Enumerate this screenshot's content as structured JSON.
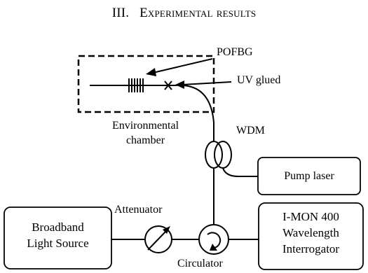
{
  "heading": {
    "number": "III.",
    "title": "Experimental results"
  },
  "labels": {
    "pofbg": "POFBG",
    "uv_glued": "UV glued",
    "chamber_line1": "Environmental",
    "chamber_line2": "chamber",
    "wdm": "WDM",
    "attenuator": "Attenuator",
    "circulator": "Circulator"
  },
  "boxes": {
    "pump_laser": "Pump laser",
    "light_source_line1": "Broadband",
    "light_source_line2": "Light Source",
    "interrogator_line1": "I-MON 400",
    "interrogator_line2": "Wavelength",
    "interrogator_line3": "Interrogator"
  }
}
